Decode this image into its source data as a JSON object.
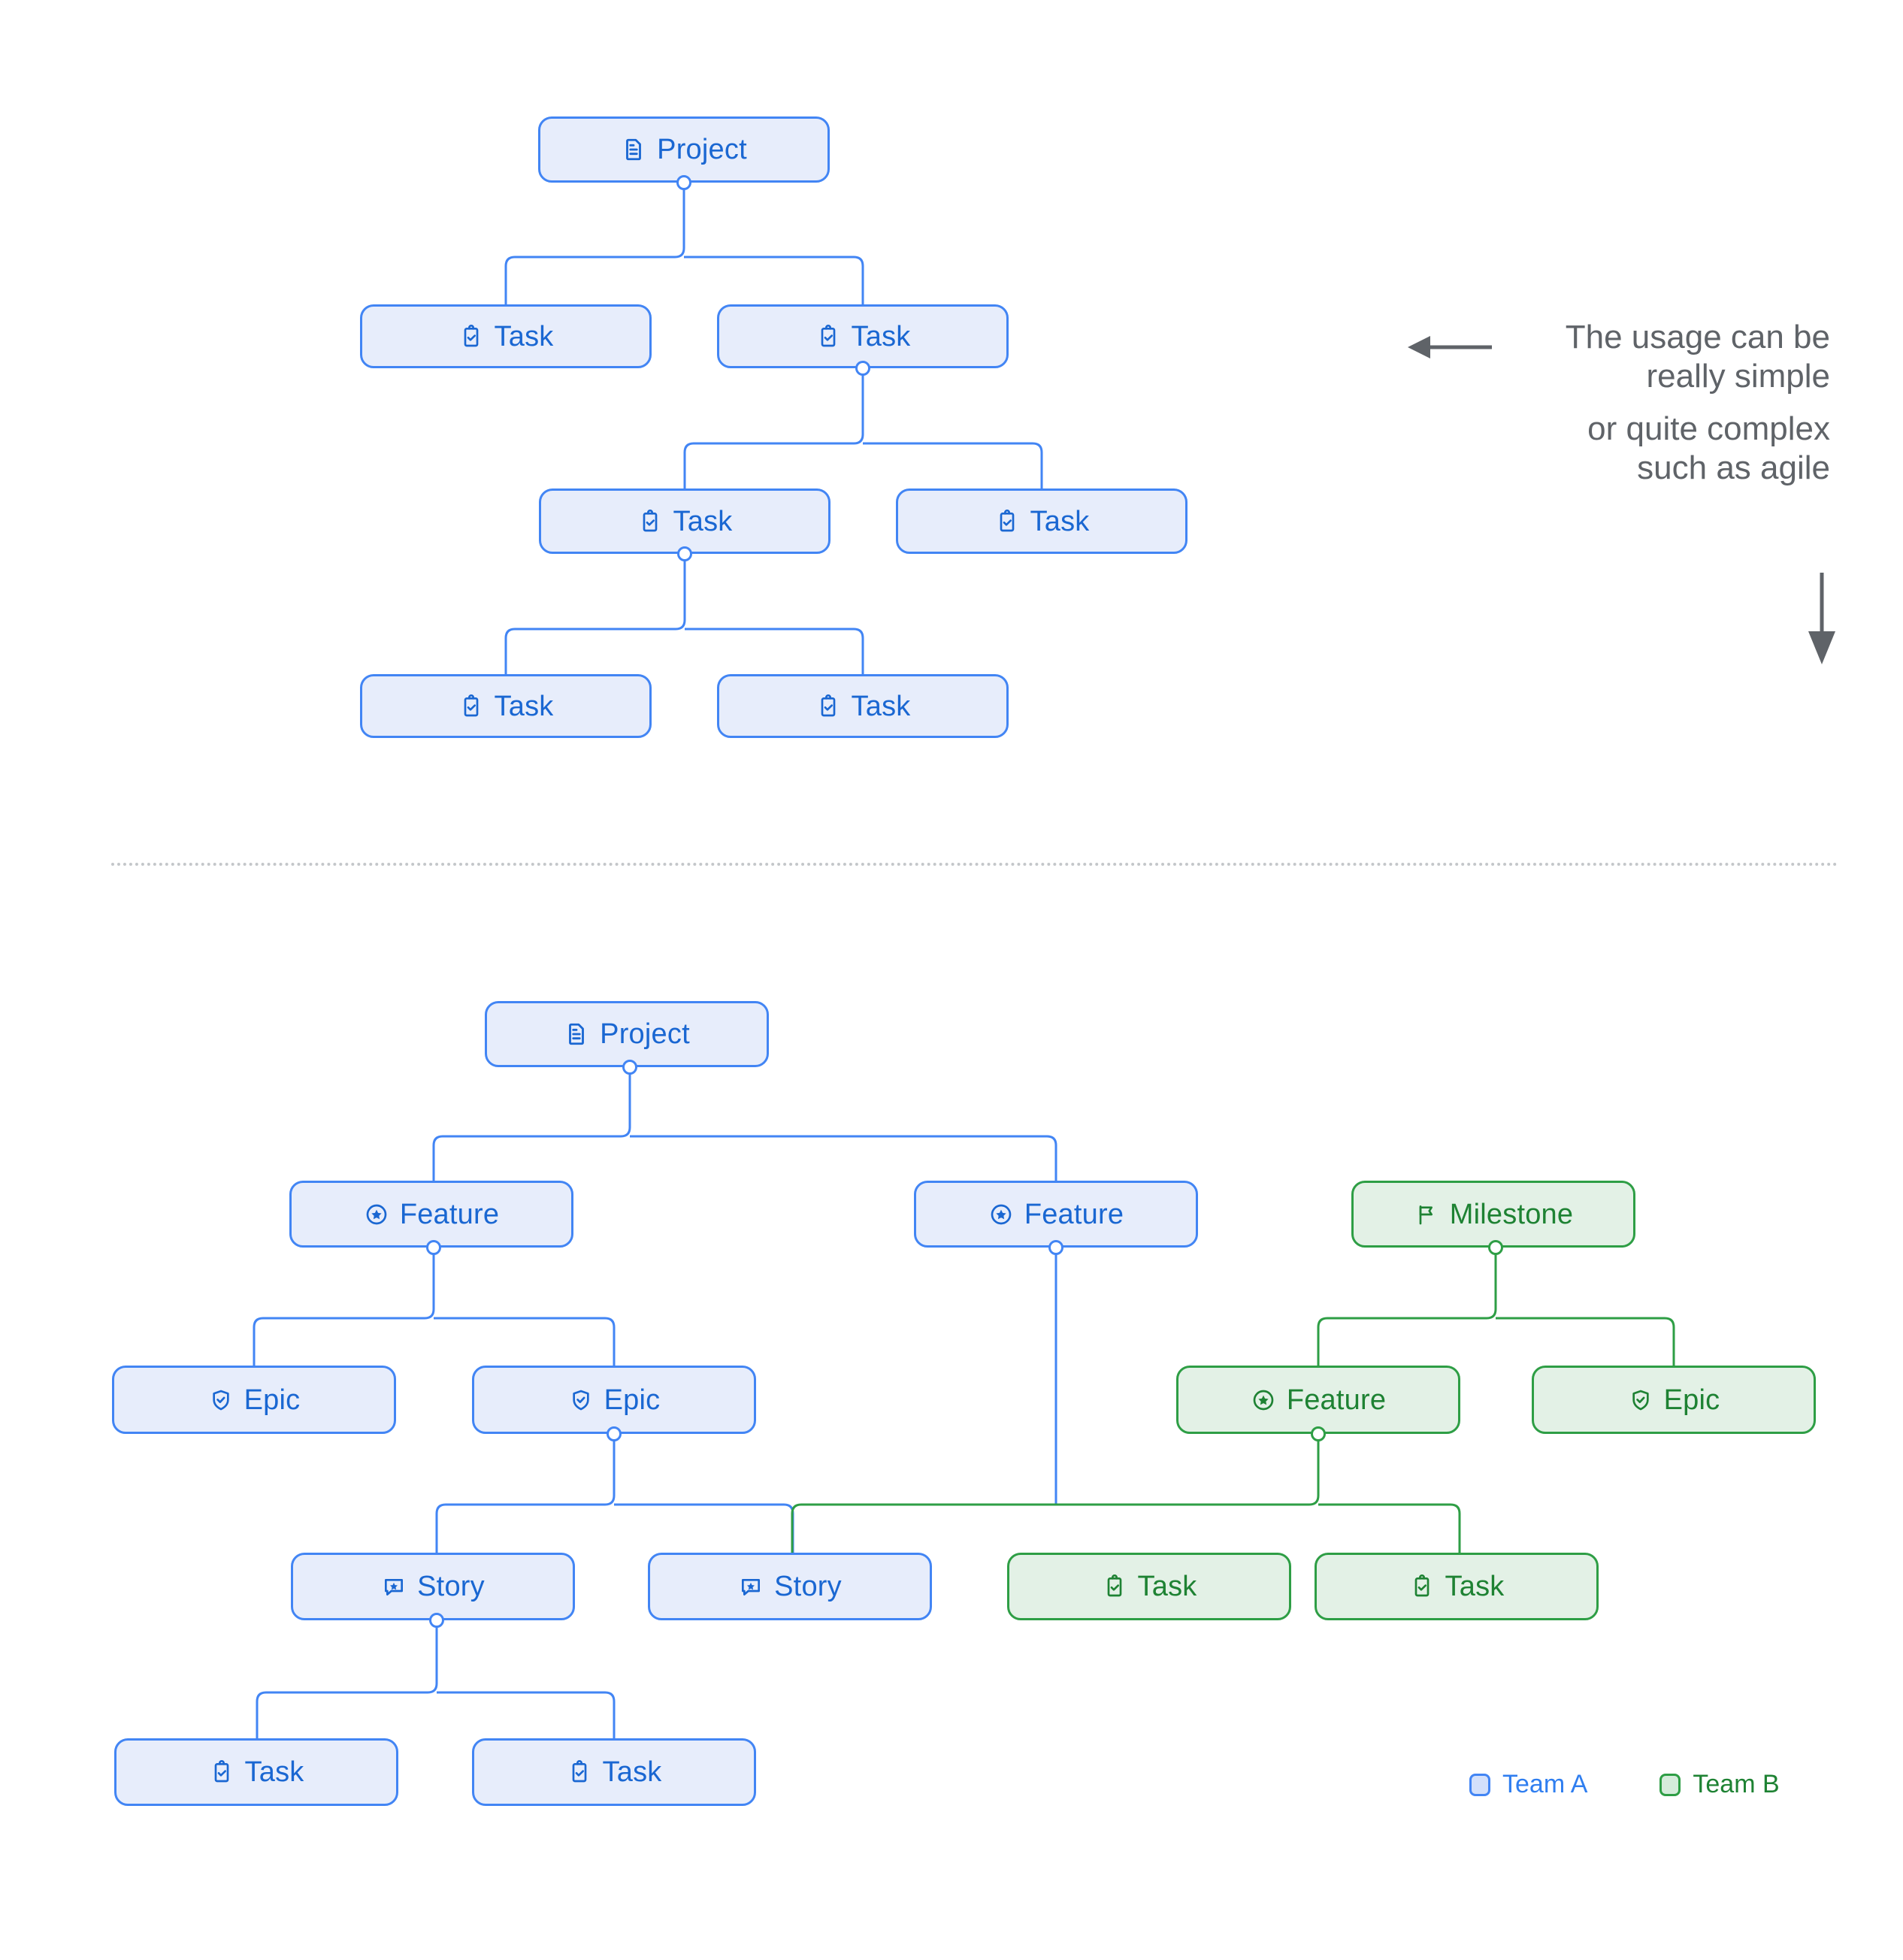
{
  "diagram": {
    "title": "Project hierarchy tree diagrams",
    "colors": {
      "blue_border": "#4285f4",
      "blue_fill": "#e7edfb",
      "blue_text": "#1a67d2",
      "green_border": "#2e9e45",
      "green_fill": "#e3f1e6",
      "green_text": "#1e8233",
      "annotation_text": "#5f6368",
      "divider": "#c4c7ca"
    }
  },
  "top_tree": {
    "nodes": [
      {
        "id": "t-project",
        "label": "Project",
        "icon": "document-icon",
        "team": "blue"
      },
      {
        "id": "t-task-1",
        "label": "Task",
        "icon": "clipboard-check-icon",
        "team": "blue"
      },
      {
        "id": "t-task-2",
        "label": "Task",
        "icon": "clipboard-check-icon",
        "team": "blue"
      },
      {
        "id": "t-task-3",
        "label": "Task",
        "icon": "clipboard-check-icon",
        "team": "blue"
      },
      {
        "id": "t-task-4",
        "label": "Task",
        "icon": "clipboard-check-icon",
        "team": "blue"
      },
      {
        "id": "t-task-5",
        "label": "Task",
        "icon": "clipboard-check-icon",
        "team": "blue"
      },
      {
        "id": "t-task-6",
        "label": "Task",
        "icon": "clipboard-check-icon",
        "team": "blue"
      }
    ],
    "edges": [
      {
        "from": "t-project",
        "to": "t-task-1"
      },
      {
        "from": "t-project",
        "to": "t-task-2"
      },
      {
        "from": "t-task-2",
        "to": "t-task-3"
      },
      {
        "from": "t-task-2",
        "to": "t-task-4"
      },
      {
        "from": "t-task-3",
        "to": "t-task-5"
      },
      {
        "from": "t-task-3",
        "to": "t-task-6"
      }
    ]
  },
  "annotation": {
    "line1": "The usage can be",
    "line2": "really simple",
    "line3": "or quite complex",
    "line4": "such as agile",
    "left_arrow": "arrow-left-icon",
    "down_arrow": "arrow-down-icon"
  },
  "bottom_tree": {
    "nodes": [
      {
        "id": "b-project",
        "label": "Project",
        "icon": "document-icon",
        "team": "blue"
      },
      {
        "id": "b-feature-1",
        "label": "Feature",
        "icon": "star-circle-icon",
        "team": "blue"
      },
      {
        "id": "b-feature-2",
        "label": "Feature",
        "icon": "star-circle-icon",
        "team": "blue"
      },
      {
        "id": "b-milestone",
        "label": "Milestone",
        "icon": "flag-icon",
        "team": "green"
      },
      {
        "id": "b-epic-1",
        "label": "Epic",
        "icon": "shield-check-icon",
        "team": "blue"
      },
      {
        "id": "b-epic-2",
        "label": "Epic",
        "icon": "shield-check-icon",
        "team": "blue"
      },
      {
        "id": "b-feature-3",
        "label": "Feature",
        "icon": "star-circle-icon",
        "team": "green"
      },
      {
        "id": "b-epic-3",
        "label": "Epic",
        "icon": "shield-check-icon",
        "team": "green"
      },
      {
        "id": "b-story-1",
        "label": "Story",
        "icon": "comment-star-icon",
        "team": "blue"
      },
      {
        "id": "b-story-2",
        "label": "Story",
        "icon": "comment-star-icon",
        "team": "blue"
      },
      {
        "id": "b-task-1",
        "label": "Task",
        "icon": "clipboard-check-icon",
        "team": "green"
      },
      {
        "id": "b-task-2",
        "label": "Task",
        "icon": "clipboard-check-icon",
        "team": "green"
      },
      {
        "id": "b-task-3",
        "label": "Task",
        "icon": "clipboard-check-icon",
        "team": "blue"
      },
      {
        "id": "b-task-4",
        "label": "Task",
        "icon": "clipboard-check-icon",
        "team": "blue"
      }
    ],
    "edges": [
      {
        "from": "b-project",
        "to": "b-feature-1"
      },
      {
        "from": "b-project",
        "to": "b-feature-2"
      },
      {
        "from": "b-feature-1",
        "to": "b-epic-1"
      },
      {
        "from": "b-feature-1",
        "to": "b-epic-2"
      },
      {
        "from": "b-milestone",
        "to": "b-feature-3"
      },
      {
        "from": "b-milestone",
        "to": "b-epic-3"
      },
      {
        "from": "b-epic-2",
        "to": "b-story-1"
      },
      {
        "from": "b-epic-2",
        "to": "b-story-2"
      },
      {
        "from": "b-feature-2",
        "to": "b-story-2"
      },
      {
        "from": "b-feature-3",
        "to": "b-task-1"
      },
      {
        "from": "b-feature-3",
        "to": "b-task-2"
      },
      {
        "from": "b-story-1",
        "to": "b-task-3"
      },
      {
        "from": "b-story-1",
        "to": "b-task-4"
      }
    ]
  },
  "legend": {
    "items": [
      {
        "label": "Team A",
        "team": "blue"
      },
      {
        "label": "Team B",
        "team": "green"
      }
    ]
  }
}
